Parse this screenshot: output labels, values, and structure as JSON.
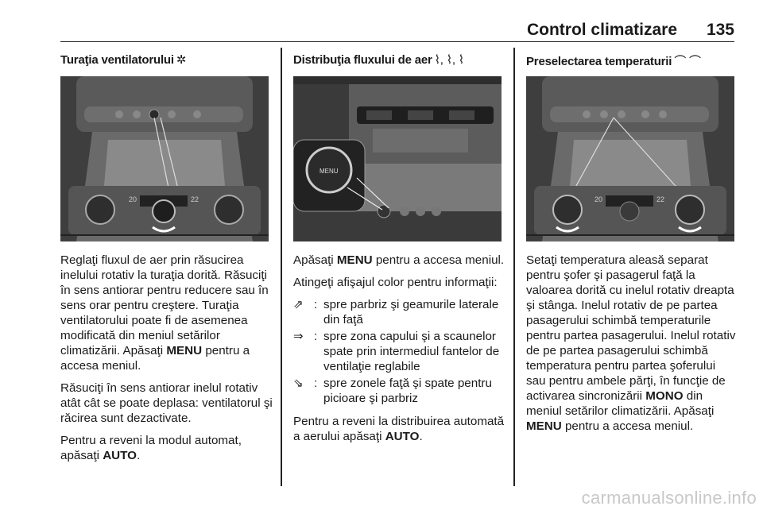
{
  "header": {
    "title": "Control climatizare",
    "page_number": "135"
  },
  "col1": {
    "heading": "Turaţia ventilatorului",
    "heading_icon": "✲",
    "icon_name": "fan-speed-icon",
    "paragraphs": [
      "Reglaţi fluxul de aer prin răsucirea inelului rotativ la turaţia dorită. Răsuciţi în sens antiorar pentru reducere sau în sens orar pentru creştere. Turaţia ventilatorului poate fi de asemenea modificată din meniul setărilor climatizării. Apăsaţi",
      "MENU",
      "pentru a accesa meniul.",
      "Răsuciţi în sens antiorar inelul rotativ atât cât se poate deplasa: ventilatorul şi răcirea sunt dezactivate.",
      "Pentru a reveni la modul automat, apăsaţi",
      "AUTO",
      "."
    ],
    "photo_display": {
      "left_temp": "20",
      "right_temp": "22"
    }
  },
  "col2": {
    "heading": "Distribuţia fluxului de aer",
    "heading_icons": "⌇, ⌇, ⌇",
    "menu_label": "MENU",
    "p1_a": "Apăsaţi",
    "p1_b": "MENU",
    "p1_c": "pentru a accesa meniul.",
    "p2": "Atingeţi afişajul color pentru informaţii:",
    "items": [
      {
        "icon": "windscreen-airflow-icon",
        "glyph": "⇗",
        "desc": "spre parbriz şi geamurile laterale din faţă"
      },
      {
        "icon": "head-airflow-icon",
        "glyph": "⇒",
        "desc": "spre zona capului şi a scaunelor spate prin intermediul fantelor de ventilaţie reglabile"
      },
      {
        "icon": "feet-airflow-icon",
        "glyph": "⇘",
        "desc": "spre zonele faţă şi spate pentru picioare şi parbriz"
      }
    ],
    "p3_a": "Pentru a reveni la distribuirea automată a aerului apăsaţi",
    "p3_b": "AUTO",
    "p3_c": "."
  },
  "col3": {
    "heading": "Preselectarea temperaturii",
    "heading_icons": "⌒ ⌒",
    "p1_a": "Setaţi temperatura aleasă separat pentru şofer şi pasagerul faţă la valoarea dorită cu inelul rotativ dreapta şi stânga. Inelul rotativ de pe partea pasagerului schimbă temperaturile pentru partea pasagerului. Inelul rotativ de pe partea pasagerului schimbă temperatura pentru partea şoferului sau pentru ambele părţi, în funcţie de activarea sincronizării",
    "p1_b": "MONO",
    "p1_c": "din meniul setărilor climatizării. Apăsaţi",
    "p1_d": "MENU",
    "p1_e": "pentru a accesa meniul.",
    "photo_display": {
      "left_temp": "20",
      "right_temp": "22"
    }
  },
  "watermark": "carmanualsonline.info"
}
